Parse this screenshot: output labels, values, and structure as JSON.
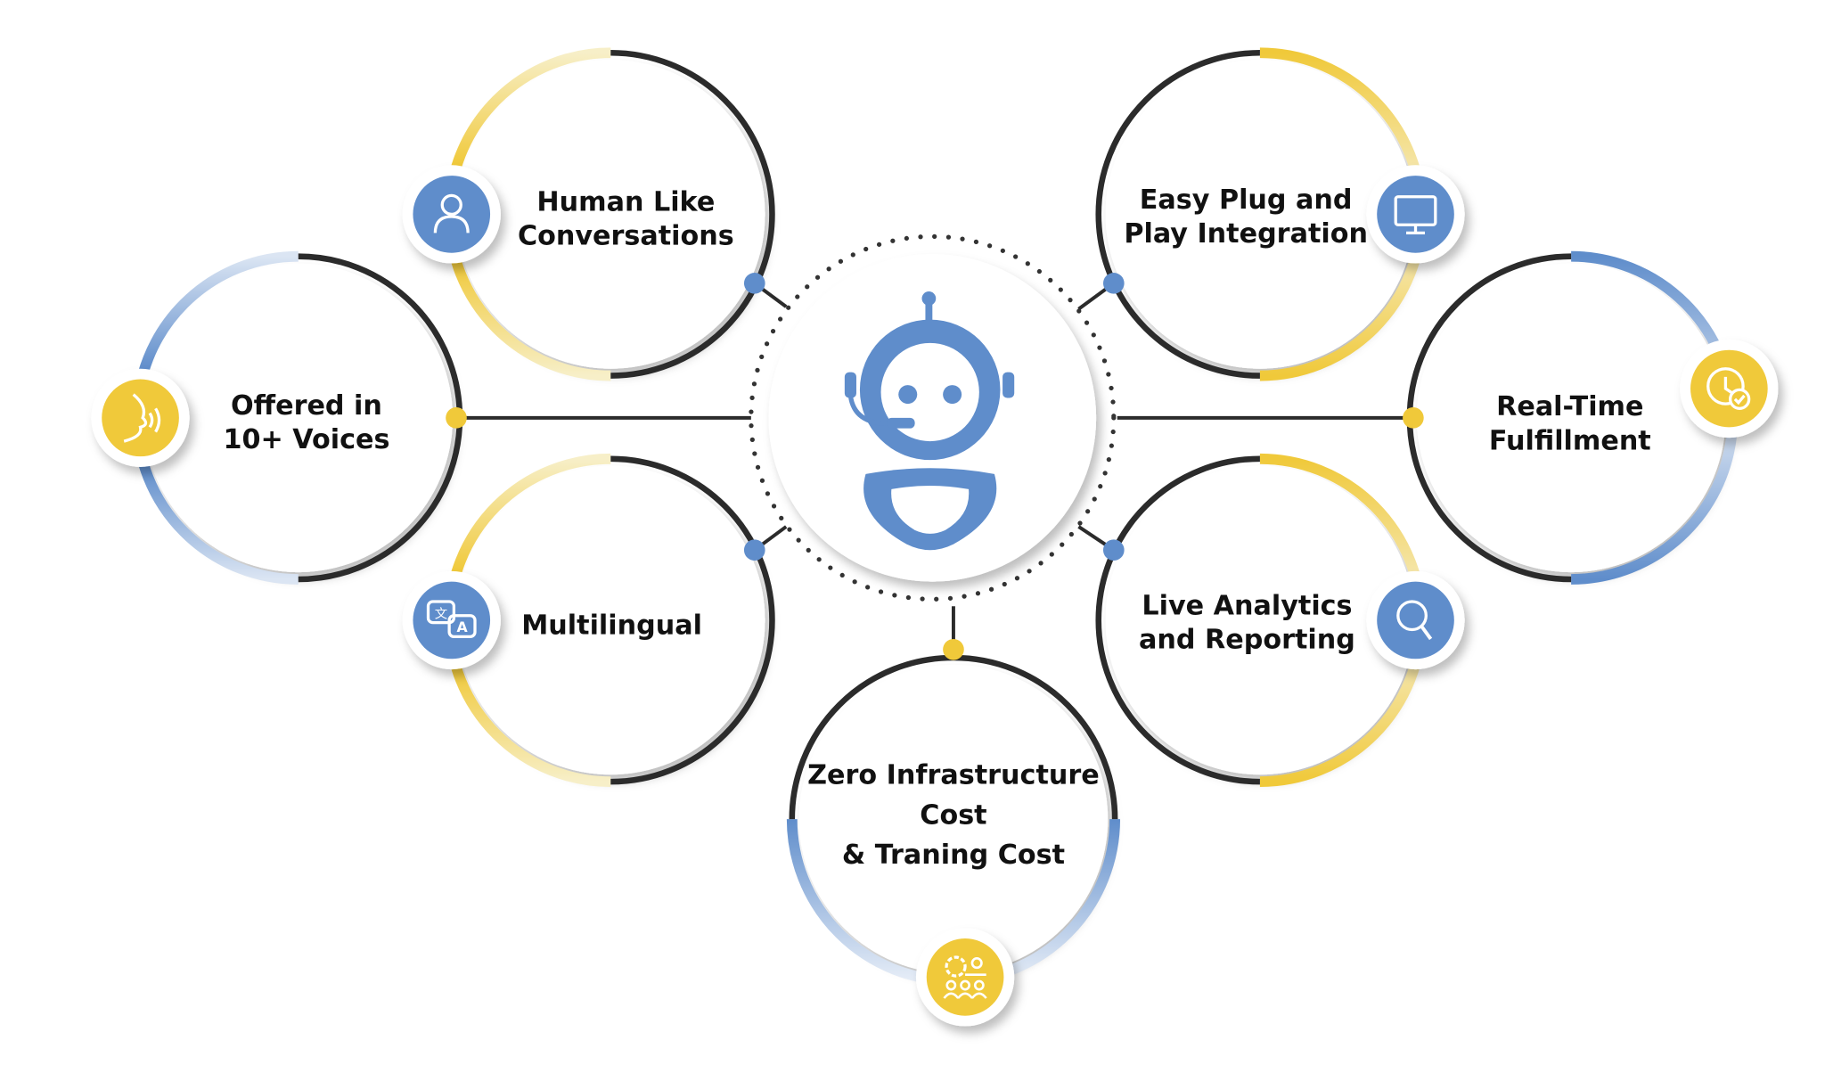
{
  "colors": {
    "blue": "#5f8dcb",
    "yellow": "#f0c93a",
    "dark": "#2b2b2b"
  },
  "center": {
    "icon": "robot-headset-icon"
  },
  "features": [
    {
      "id": "human-like",
      "lines": [
        "Human Like",
        "Conversations"
      ],
      "icon": "user-icon"
    },
    {
      "id": "voices",
      "lines": [
        "Offered in",
        "10+ Voices"
      ],
      "icon": "speaking-voice-icon"
    },
    {
      "id": "multilingual",
      "lines": [
        "Multilingual"
      ],
      "icon": "translate-icon"
    },
    {
      "id": "plug-play",
      "lines": [
        "Easy Plug and",
        "Play Integration"
      ],
      "icon": "monitor-icon"
    },
    {
      "id": "real-time",
      "lines": [
        "Real-Time",
        "Fulfillment"
      ],
      "icon": "clock-check-icon"
    },
    {
      "id": "analytics",
      "lines": [
        "Live Analytics",
        "and Reporting"
      ],
      "icon": "search-icon"
    },
    {
      "id": "zero-cost",
      "lines": [
        "Zero Infrastructure",
        "Cost",
        "& Traning Cost"
      ],
      "icon": "team-gear-icon"
    }
  ]
}
